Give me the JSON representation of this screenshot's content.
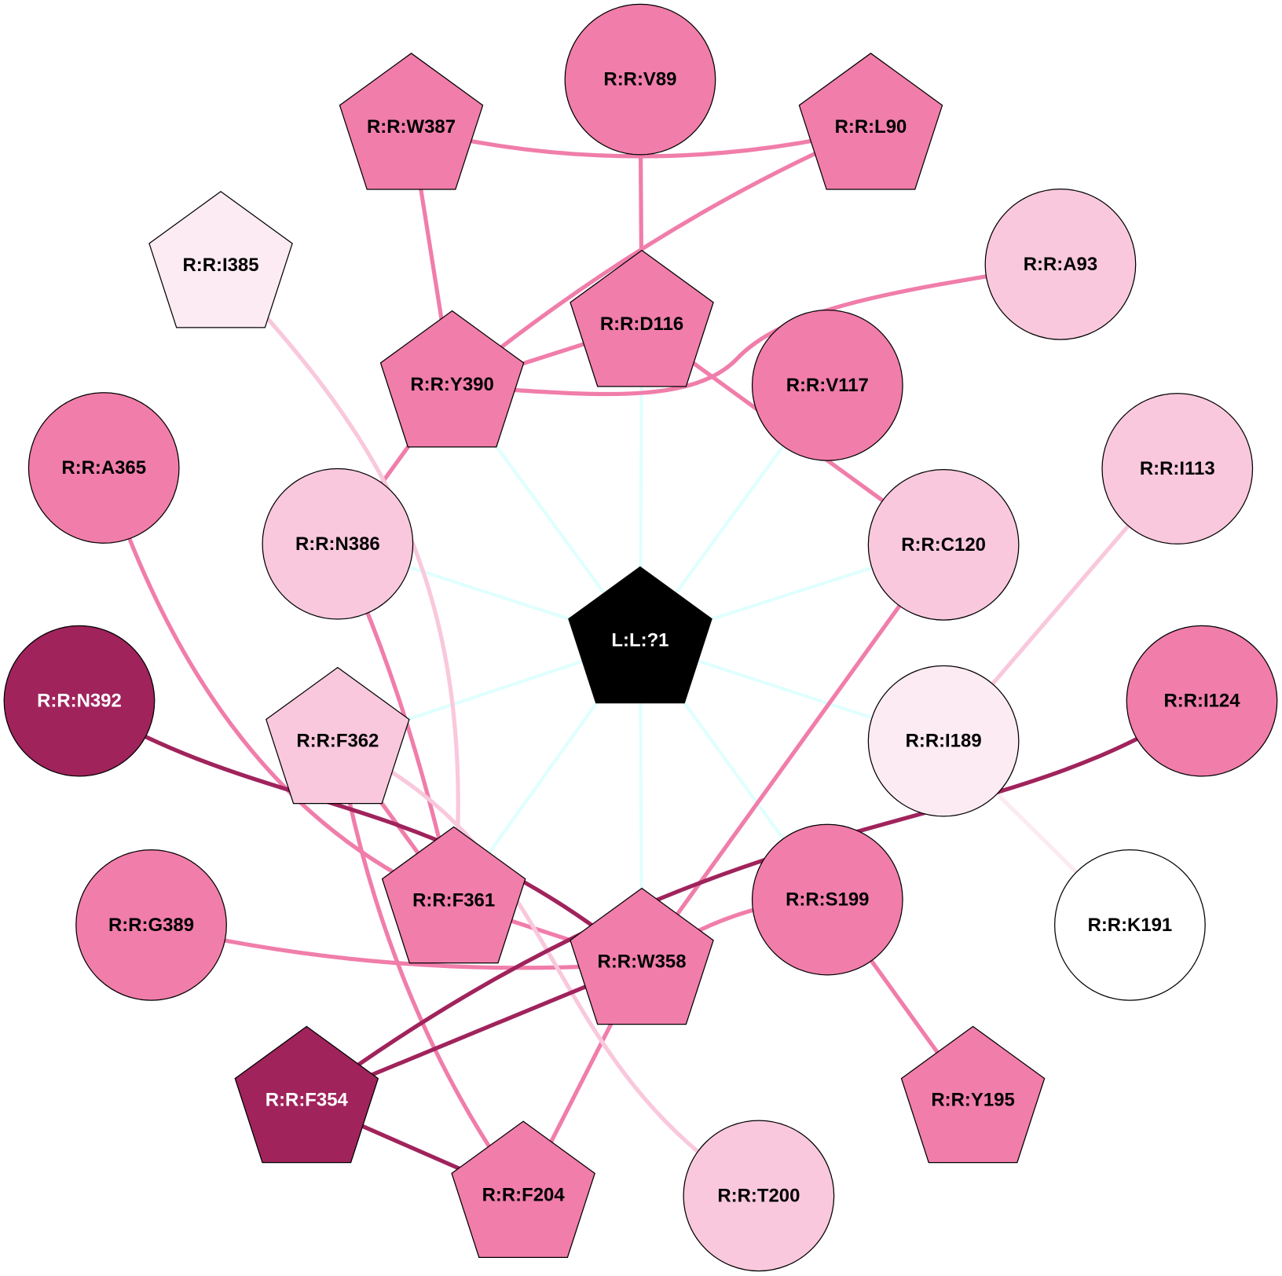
{
  "colors": {
    "medium": "#F07DAA",
    "light": "#F9C8DC",
    "pale": "#FCEBF2",
    "white": "#FFFFFF",
    "dark": "#A0235C",
    "black": "#000000",
    "ligand_edge": "#E0FFFF"
  },
  "nodes": [
    {
      "id": "L1",
      "label": "L:L:?1",
      "shape": "pentagon",
      "fill": "black",
      "text": "#FFFFFF"
    },
    {
      "id": "V89",
      "label": "R:R:V89",
      "shape": "circle",
      "fill": "medium",
      "text": "#000000"
    },
    {
      "id": "W387",
      "label": "R:R:W387",
      "shape": "pentagon",
      "fill": "medium",
      "text": "#000000"
    },
    {
      "id": "L90",
      "label": "R:R:L90",
      "shape": "pentagon",
      "fill": "medium",
      "text": "#000000"
    },
    {
      "id": "I385",
      "label": "R:R:I385",
      "shape": "pentagon",
      "fill": "pale",
      "text": "#000000"
    },
    {
      "id": "A93",
      "label": "R:R:A93",
      "shape": "circle",
      "fill": "light",
      "text": "#000000"
    },
    {
      "id": "D116",
      "label": "R:R:D116",
      "shape": "pentagon",
      "fill": "medium",
      "text": "#000000"
    },
    {
      "id": "Y390",
      "label": "R:R:Y390",
      "shape": "pentagon",
      "fill": "medium",
      "text": "#000000"
    },
    {
      "id": "V117",
      "label": "R:R:V117",
      "shape": "circle",
      "fill": "medium",
      "text": "#000000"
    },
    {
      "id": "A365",
      "label": "R:R:A365",
      "shape": "circle",
      "fill": "medium",
      "text": "#000000"
    },
    {
      "id": "I113",
      "label": "R:R:I113",
      "shape": "circle",
      "fill": "light",
      "text": "#000000"
    },
    {
      "id": "N386",
      "label": "R:R:N386",
      "shape": "circle",
      "fill": "light",
      "text": "#000000"
    },
    {
      "id": "C120",
      "label": "R:R:C120",
      "shape": "circle",
      "fill": "light",
      "text": "#000000"
    },
    {
      "id": "N392",
      "label": "R:R:N392",
      "shape": "circle",
      "fill": "dark",
      "text": "#FFFFFF"
    },
    {
      "id": "F362",
      "label": "R:R:F362",
      "shape": "pentagon",
      "fill": "light",
      "text": "#000000"
    },
    {
      "id": "I189",
      "label": "R:R:I189",
      "shape": "circle",
      "fill": "pale",
      "text": "#000000"
    },
    {
      "id": "I124",
      "label": "R:R:I124",
      "shape": "circle",
      "fill": "medium",
      "text": "#000000"
    },
    {
      "id": "F361",
      "label": "R:R:F361",
      "shape": "pentagon",
      "fill": "medium",
      "text": "#000000"
    },
    {
      "id": "S199",
      "label": "R:R:S199",
      "shape": "circle",
      "fill": "medium",
      "text": "#000000"
    },
    {
      "id": "G389",
      "label": "R:R:G389",
      "shape": "circle",
      "fill": "medium",
      "text": "#000000"
    },
    {
      "id": "K191",
      "label": "R:R:K191",
      "shape": "circle",
      "fill": "white",
      "text": "#000000"
    },
    {
      "id": "W358",
      "label": "R:R:W358",
      "shape": "pentagon",
      "fill": "medium",
      "text": "#000000"
    },
    {
      "id": "F354",
      "label": "R:R:F354",
      "shape": "pentagon",
      "fill": "dark",
      "text": "#FFFFFF"
    },
    {
      "id": "Y195",
      "label": "R:R:Y195",
      "shape": "pentagon",
      "fill": "medium",
      "text": "#000000"
    },
    {
      "id": "F204",
      "label": "R:R:F204",
      "shape": "pentagon",
      "fill": "medium",
      "text": "#000000"
    },
    {
      "id": "T200",
      "label": "R:R:T200",
      "shape": "circle",
      "fill": "light",
      "text": "#000000"
    }
  ],
  "edges": [
    {
      "source": "L1",
      "target": "D116",
      "color": "ligand_edge"
    },
    {
      "source": "L1",
      "target": "Y390",
      "color": "ligand_edge"
    },
    {
      "source": "L1",
      "target": "V117",
      "color": "ligand_edge"
    },
    {
      "source": "L1",
      "target": "N386",
      "color": "ligand_edge"
    },
    {
      "source": "L1",
      "target": "C120",
      "color": "ligand_edge"
    },
    {
      "source": "L1",
      "target": "F362",
      "color": "ligand_edge"
    },
    {
      "source": "L1",
      "target": "I189",
      "color": "ligand_edge"
    },
    {
      "source": "L1",
      "target": "F361",
      "color": "ligand_edge"
    },
    {
      "source": "L1",
      "target": "S199",
      "color": "ligand_edge"
    },
    {
      "source": "L1",
      "target": "W358",
      "color": "ligand_edge"
    },
    {
      "source": "W387",
      "target": "L90",
      "color": "medium"
    },
    {
      "source": "V89",
      "target": "D116",
      "color": "medium"
    },
    {
      "source": "L90",
      "target": "Y390",
      "color": "medium"
    },
    {
      "source": "W387",
      "target": "Y390",
      "color": "medium"
    },
    {
      "source": "Y390",
      "target": "D116",
      "color": "medium"
    },
    {
      "source": "Y390",
      "target": "A93",
      "color": "medium"
    },
    {
      "source": "D116",
      "target": "C120",
      "color": "medium"
    },
    {
      "source": "Y390",
      "target": "N386",
      "color": "medium"
    },
    {
      "source": "A365",
      "target": "F361",
      "color": "medium"
    },
    {
      "source": "N386",
      "target": "F361",
      "color": "medium"
    },
    {
      "source": "F362",
      "target": "F361",
      "color": "medium"
    },
    {
      "source": "F362",
      "target": "F204",
      "color": "medium"
    },
    {
      "source": "G389",
      "target": "W358",
      "color": "medium"
    },
    {
      "source": "F361",
      "target": "W358",
      "color": "medium"
    },
    {
      "source": "C120",
      "target": "W358",
      "color": "medium"
    },
    {
      "source": "S199",
      "target": "W358",
      "color": "medium"
    },
    {
      "source": "W358",
      "target": "F204",
      "color": "medium"
    },
    {
      "source": "S199",
      "target": "Y195",
      "color": "medium"
    },
    {
      "source": "I385",
      "target": "F361",
      "color": "light"
    },
    {
      "source": "I113",
      "target": "I189",
      "color": "light"
    },
    {
      "source": "F362",
      "target": "T200",
      "color": "light"
    },
    {
      "source": "I189",
      "target": "K191",
      "color": "pale"
    },
    {
      "source": "N392",
      "target": "W358",
      "color": "dark"
    },
    {
      "source": "I124",
      "target": "F354",
      "color": "dark"
    },
    {
      "source": "F354",
      "target": "W358",
      "color": "dark"
    },
    {
      "source": "F354",
      "target": "F204",
      "color": "dark"
    }
  ]
}
